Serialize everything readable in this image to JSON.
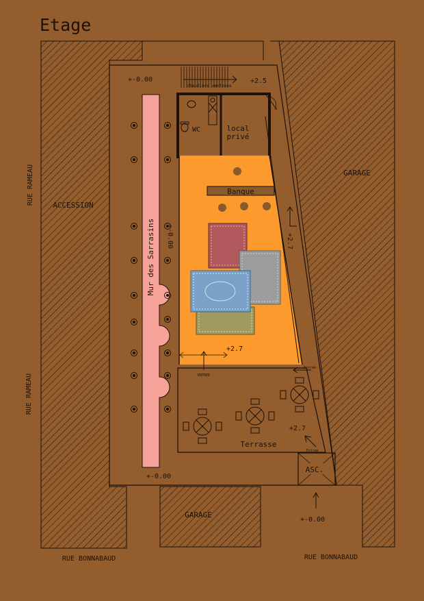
{
  "title": "Etage",
  "streets": {
    "left_top": "RUE RAMEAU",
    "left_bottom": "RUE RAMEAU",
    "bottom_left": "RUE BONNABAUD",
    "bottom_right": "RUE BONNABAUD"
  },
  "zones": {
    "garage_right": "GARAGE",
    "garage_bottom": "GARAGE",
    "access": "ACCESSION",
    "wall": "Mur des Sarrasins",
    "wc": "WC",
    "local_line1": "local",
    "local_line2": "privé",
    "bar": "Banque",
    "terrace": "Terrasse",
    "lift": "ASC.",
    "stairs_note": "chaudière ventouse",
    "entrance": "ENTREE"
  },
  "levels": {
    "top_left": "+-0.00",
    "top_right": "+2.5",
    "wall": "+-0.00",
    "right_side": "+2.7",
    "hall": "+2.7",
    "terrace": "+2.7",
    "bottom_wall": "+-0.00",
    "street": "+-0.00"
  },
  "notes": {
    "exit_1": "Entrée",
    "exit_2": "Entrée"
  },
  "colors": {
    "background": "#935d2d",
    "hall": "#fd9a2e",
    "wall": "#f7a39a",
    "ink": "#1c120a",
    "rug_red": "#b0585c",
    "rug_grey": "#9c9c9c",
    "rug_blue": "#7aa2c8",
    "rug_olive": "#9f9a62"
  }
}
